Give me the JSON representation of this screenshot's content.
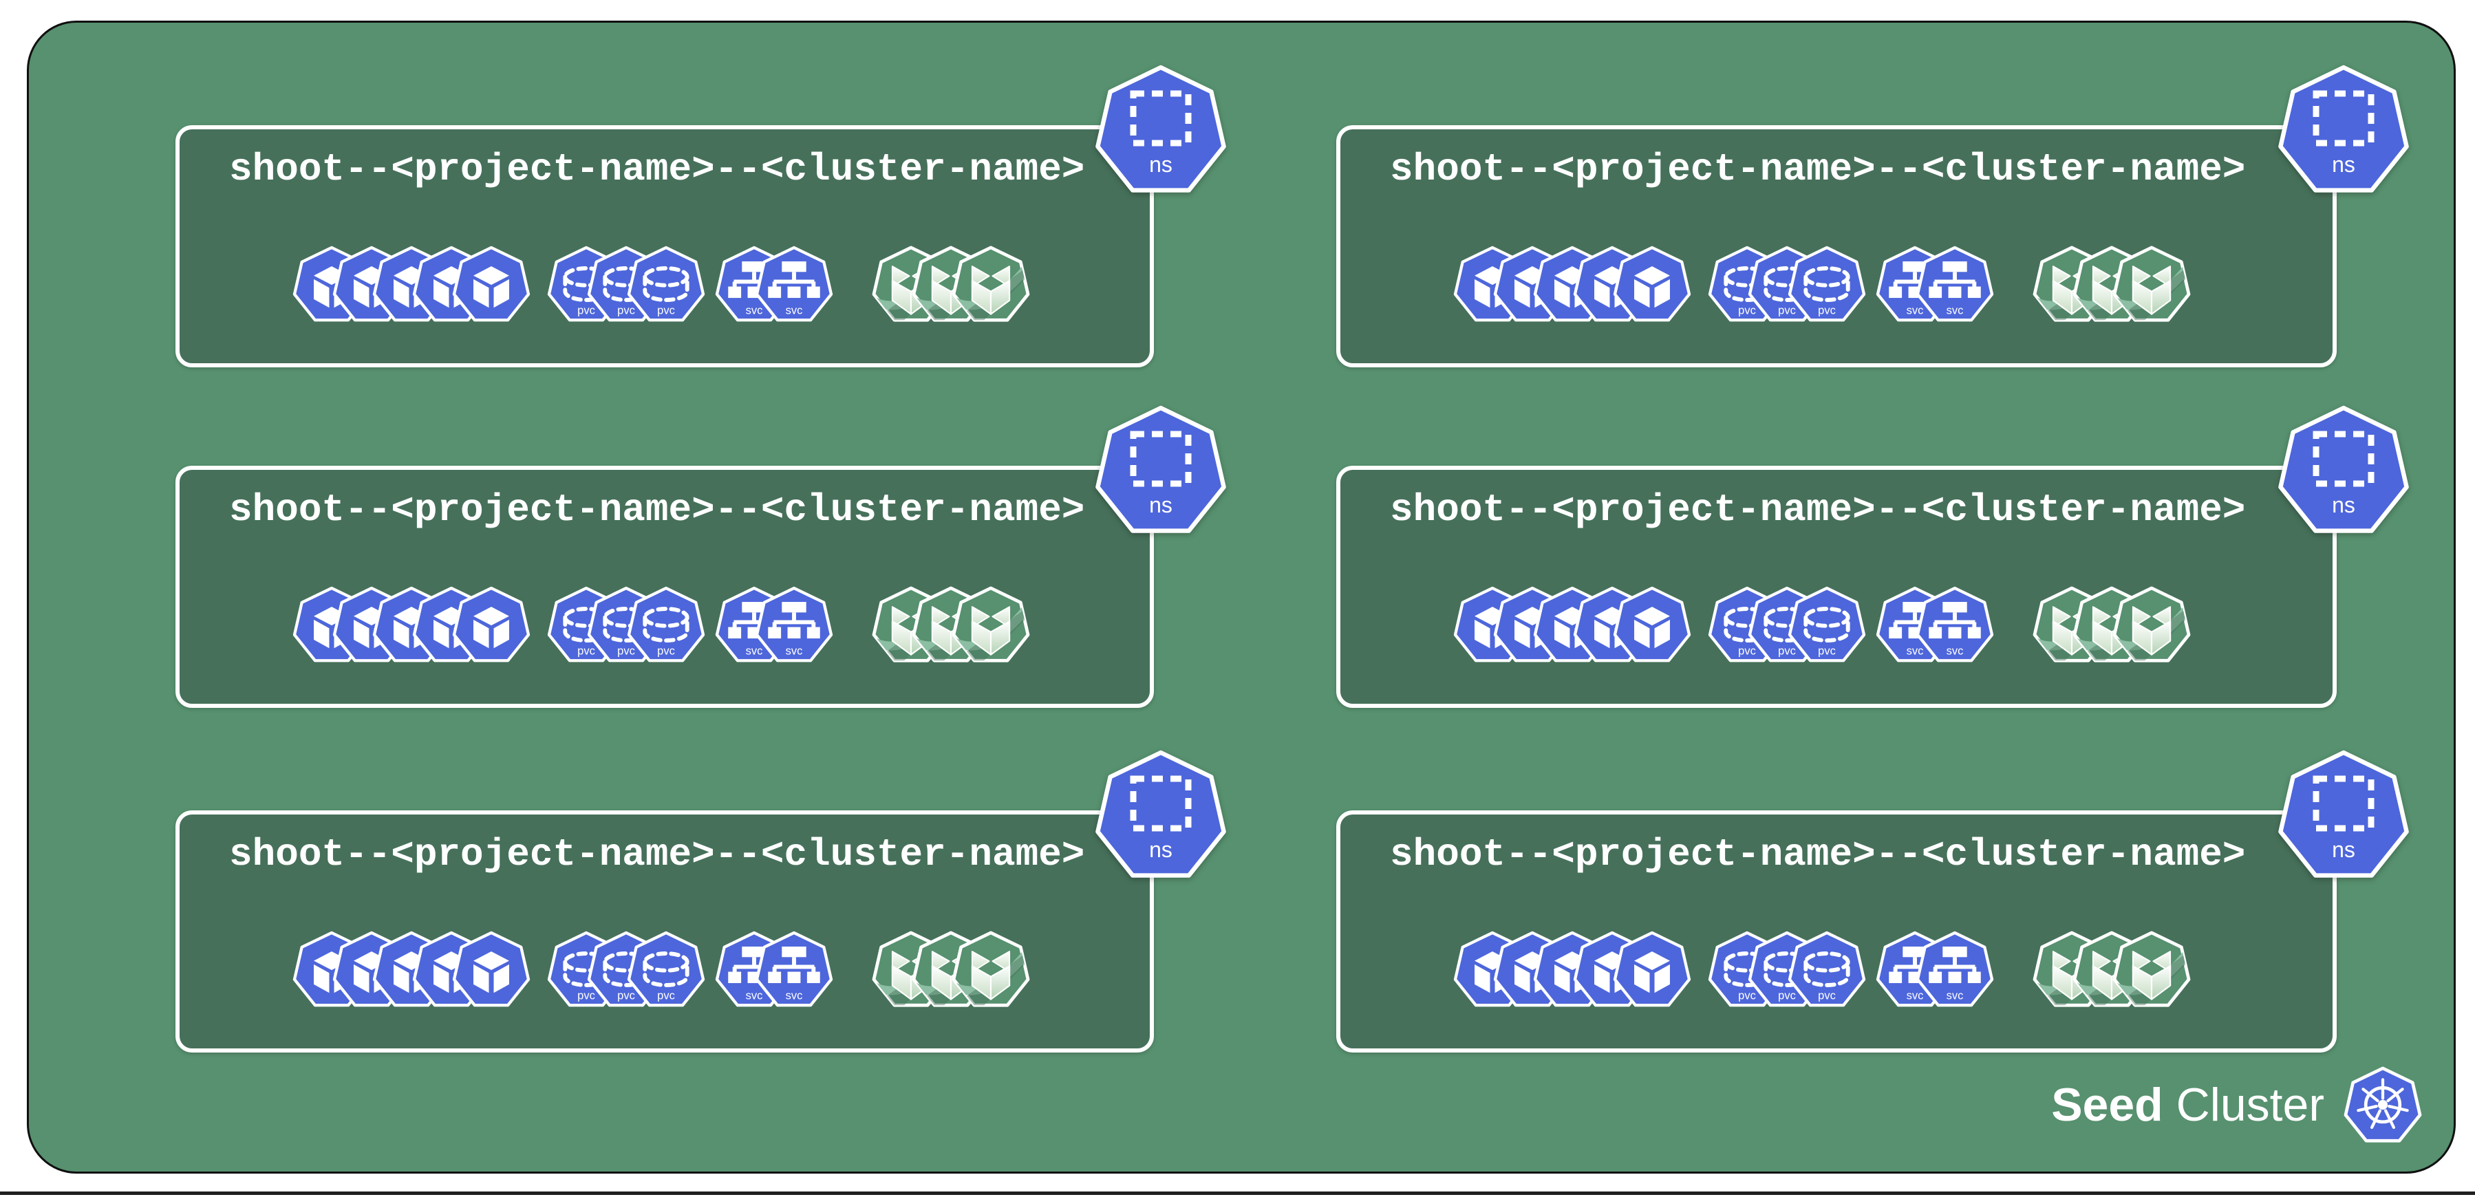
{
  "seed_cluster": {
    "label_bold": "Seed",
    "label_regular": " Cluster"
  },
  "namespaces": [
    {
      "title": "shoot--<project-name>--<cluster-name>"
    },
    {
      "title": "shoot--<project-name>--<cluster-name>"
    },
    {
      "title": "shoot--<project-name>--<cluster-name>"
    },
    {
      "title": "shoot--<project-name>--<cluster-name>"
    },
    {
      "title": "shoot--<project-name>--<cluster-name>"
    },
    {
      "title": "shoot--<project-name>--<cluster-name>"
    }
  ],
  "icons": {
    "ns_label": "ns",
    "pvc_label": "pvc",
    "svc_label": "svc"
  },
  "icon_groups": [
    {
      "kind": "pod",
      "count": 5
    },
    {
      "kind": "pvc",
      "count": 3
    },
    {
      "kind": "svc",
      "count": 2
    },
    {
      "kind": "gardener",
      "count": 3
    }
  ],
  "colors": {
    "background_green": "#57916F",
    "box_green": "#46705A",
    "k8s_blue": "#4D66DB",
    "gardener_green": "#57916F",
    "gardener_swoosh": "#8CBEA3",
    "white": "#FFFFFF",
    "outer_border": "#101010",
    "bottom_line": "#1F1F1F"
  }
}
